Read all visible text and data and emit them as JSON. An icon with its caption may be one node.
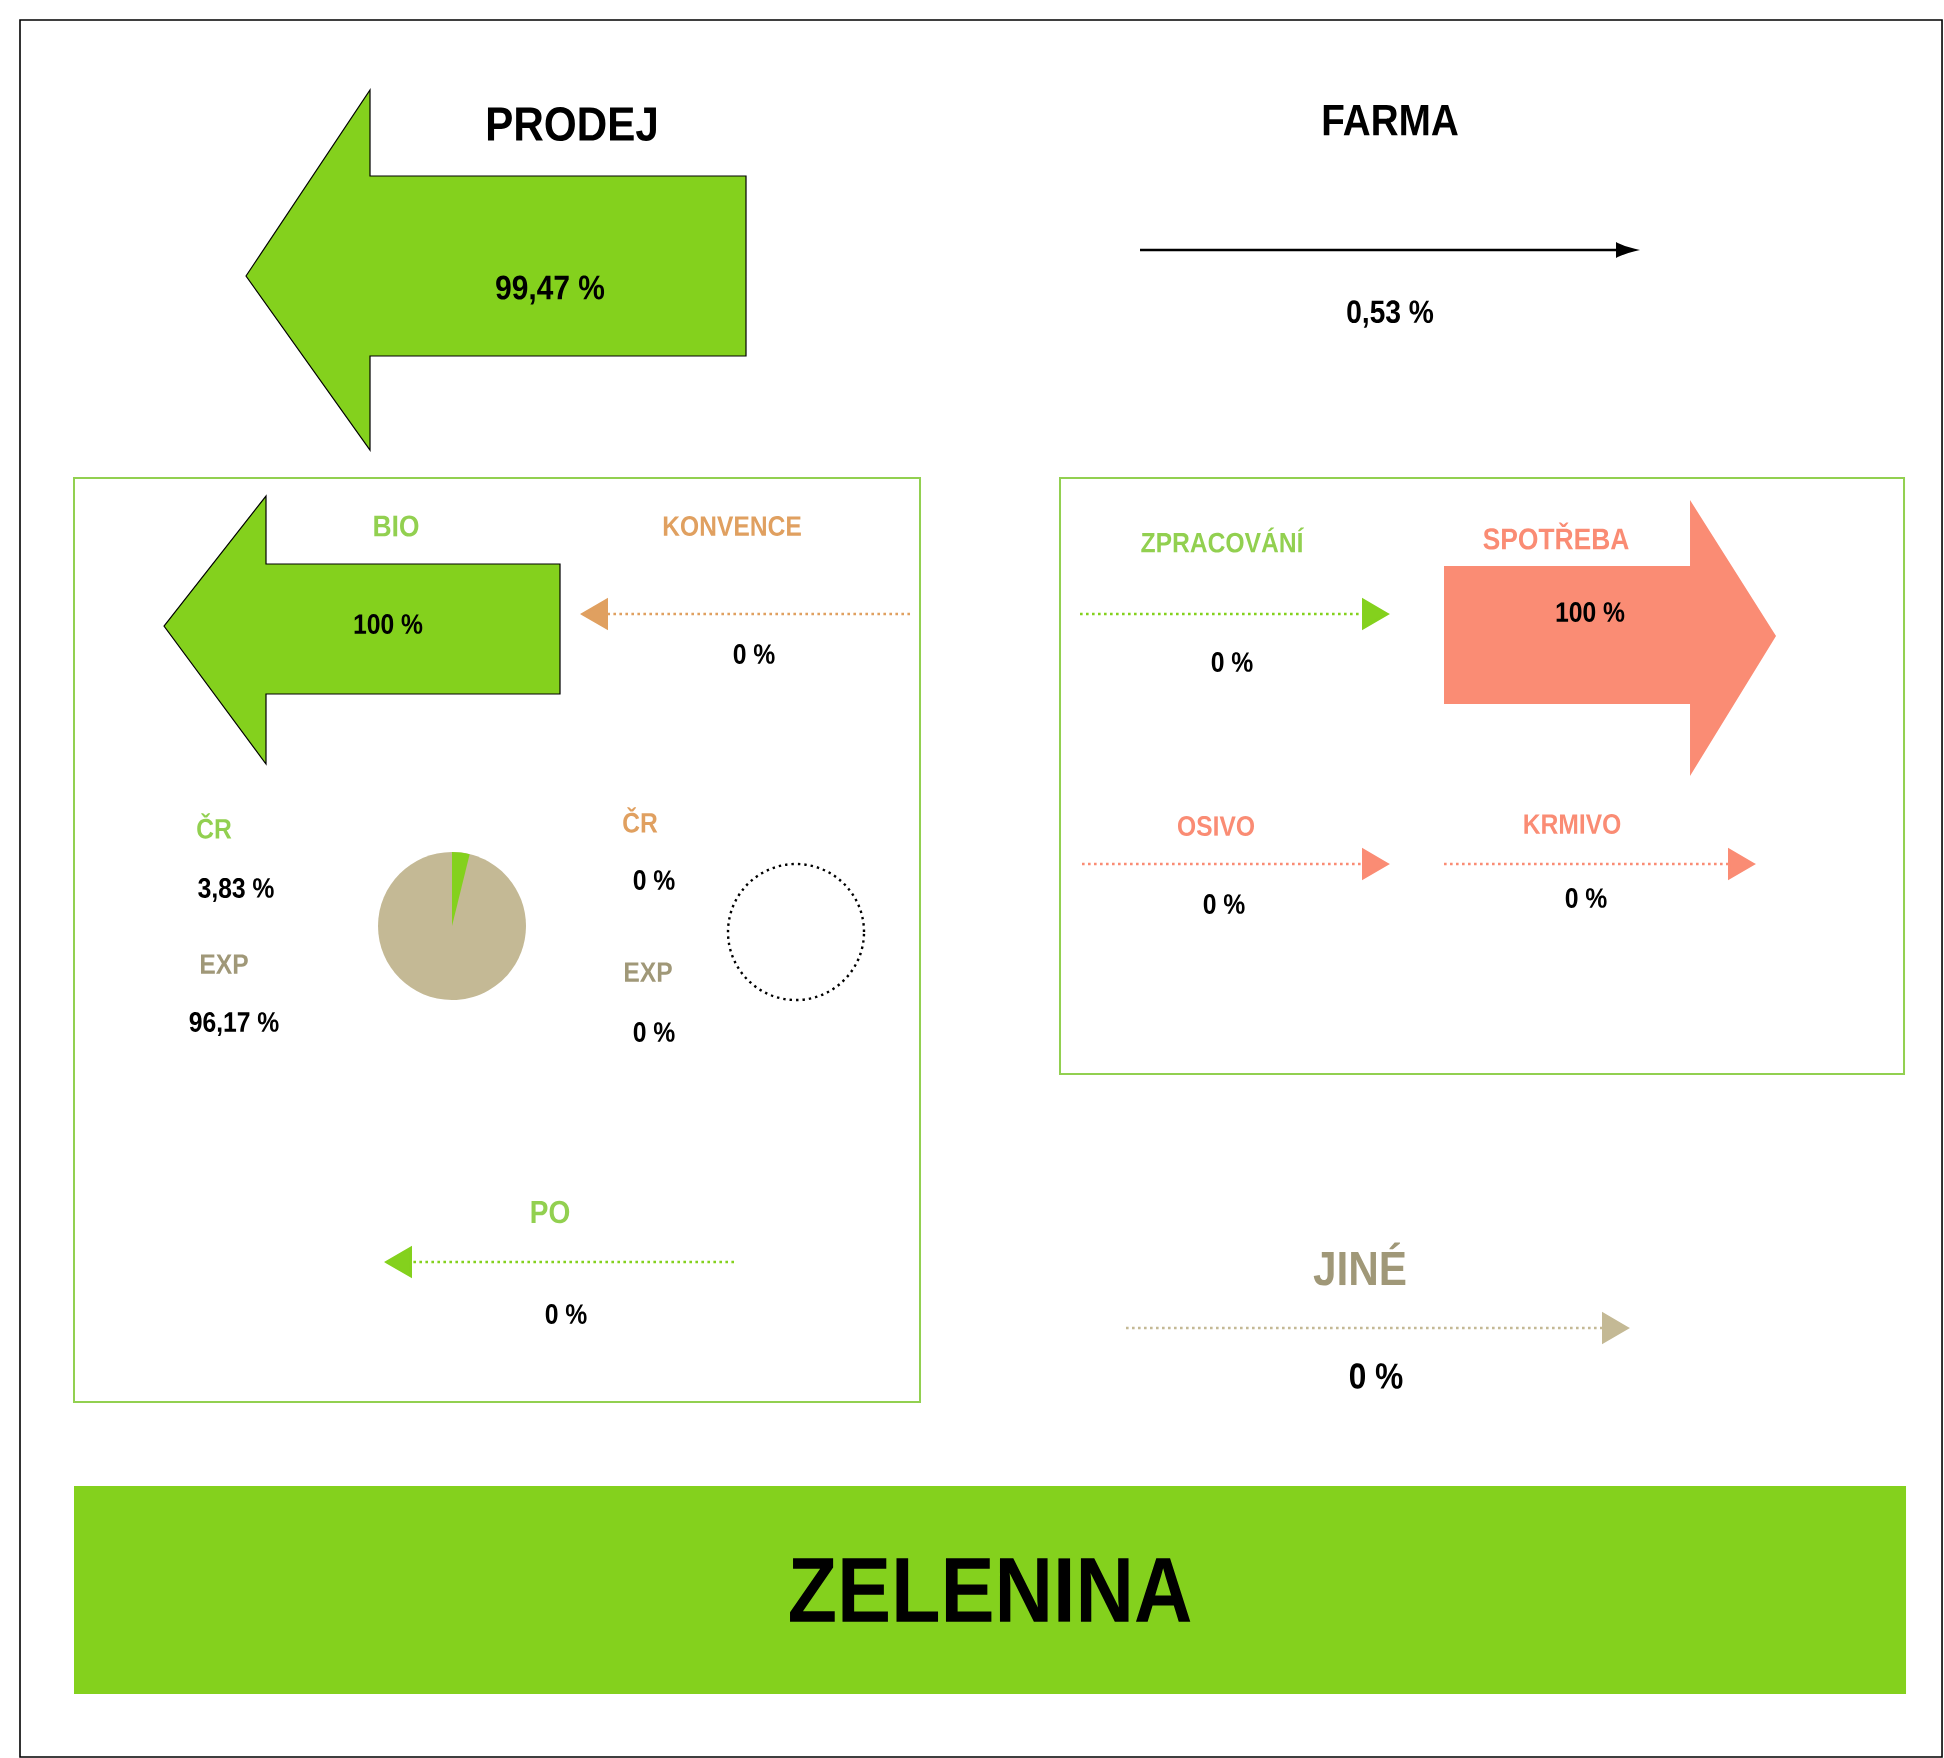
{
  "diagram": {
    "nodes": [
      {
        "text": [
          "PRODEJ",
          "99,47 %"
        ]
      },
      {
        "text": [],
        "shape": "box"
      },
      {
        "text": [
          "BIO",
          "100 %"
        ],
        "in": 1
      },
      {
        "text": [],
        "shape": "box"
      },
      {
        "text": [
          "SPOTŘEBA",
          "100 %"
        ],
        "in": 3
      },
      {
        "text": [
          "ZELENINA"
        ]
      }
    ],
    "labels": [
      "FARMA",
      "0,53 %",
      "KONVENCE",
      "0 %",
      "ZPRACOVÁNÍ",
      "0 %",
      "OSIVO",
      "0 %",
      "KRMIVO",
      "0 %",
      "ČR",
      "3,83 %",
      "EXP",
      "96,17 %",
      "ČR",
      "0 %",
      "EXP",
      "0 %",
      "PO",
      "0 %",
      "JINÉ",
      "0 %"
    ]
  }
}
